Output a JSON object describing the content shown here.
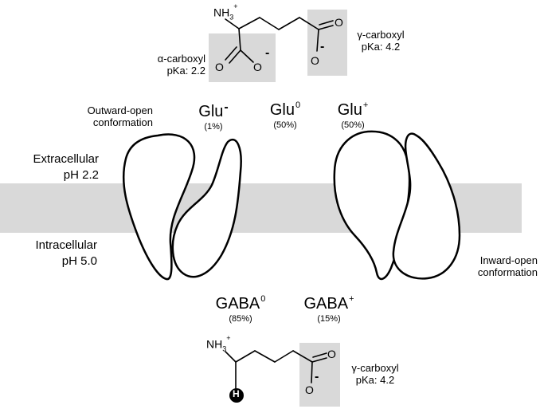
{
  "glutamate": {
    "nh3": "NH",
    "nh3_sub": "3",
    "nh3_sup": "+",
    "o": "O",
    "minus": "-",
    "alpha_label": "α-carboxyl",
    "alpha_pka": "pKa: 2.2",
    "gamma_label": "γ-carboxyl",
    "gamma_pka": "pKa: 4.2"
  },
  "species_top": [
    {
      "name": "Glu",
      "charge": "-",
      "percent": "(1%)"
    },
    {
      "name": "Glu",
      "charge": "0",
      "percent": "(50%)"
    },
    {
      "name": "Glu",
      "charge": "+",
      "percent": "(50%)"
    }
  ],
  "labels": {
    "outward_line1": "Outward-open",
    "outward_line2": "conformation",
    "extracellular": "Extracellular",
    "extracellular_ph": "pH 2.2",
    "intracellular": "Intracellular",
    "intracellular_ph": "pH 5.0",
    "inward_line1": "Inward-open",
    "inward_line2": "conformation"
  },
  "species_bottom": [
    {
      "name": "GABA",
      "charge": "0",
      "percent": "(85%)"
    },
    {
      "name": "GABA",
      "charge": "+",
      "percent": "(15%)"
    }
  ],
  "gaba": {
    "nh3": "NH",
    "nh3_sub": "3",
    "nh3_sup": "+",
    "h": "H",
    "o": "O",
    "minus": "-",
    "gamma_label": "γ-carboxyl",
    "gamma_pka": "pKa: 4.2"
  },
  "colors": {
    "membrane": "#d9d9d9",
    "highlight": "#d9d9d9",
    "outline": "#000000"
  }
}
